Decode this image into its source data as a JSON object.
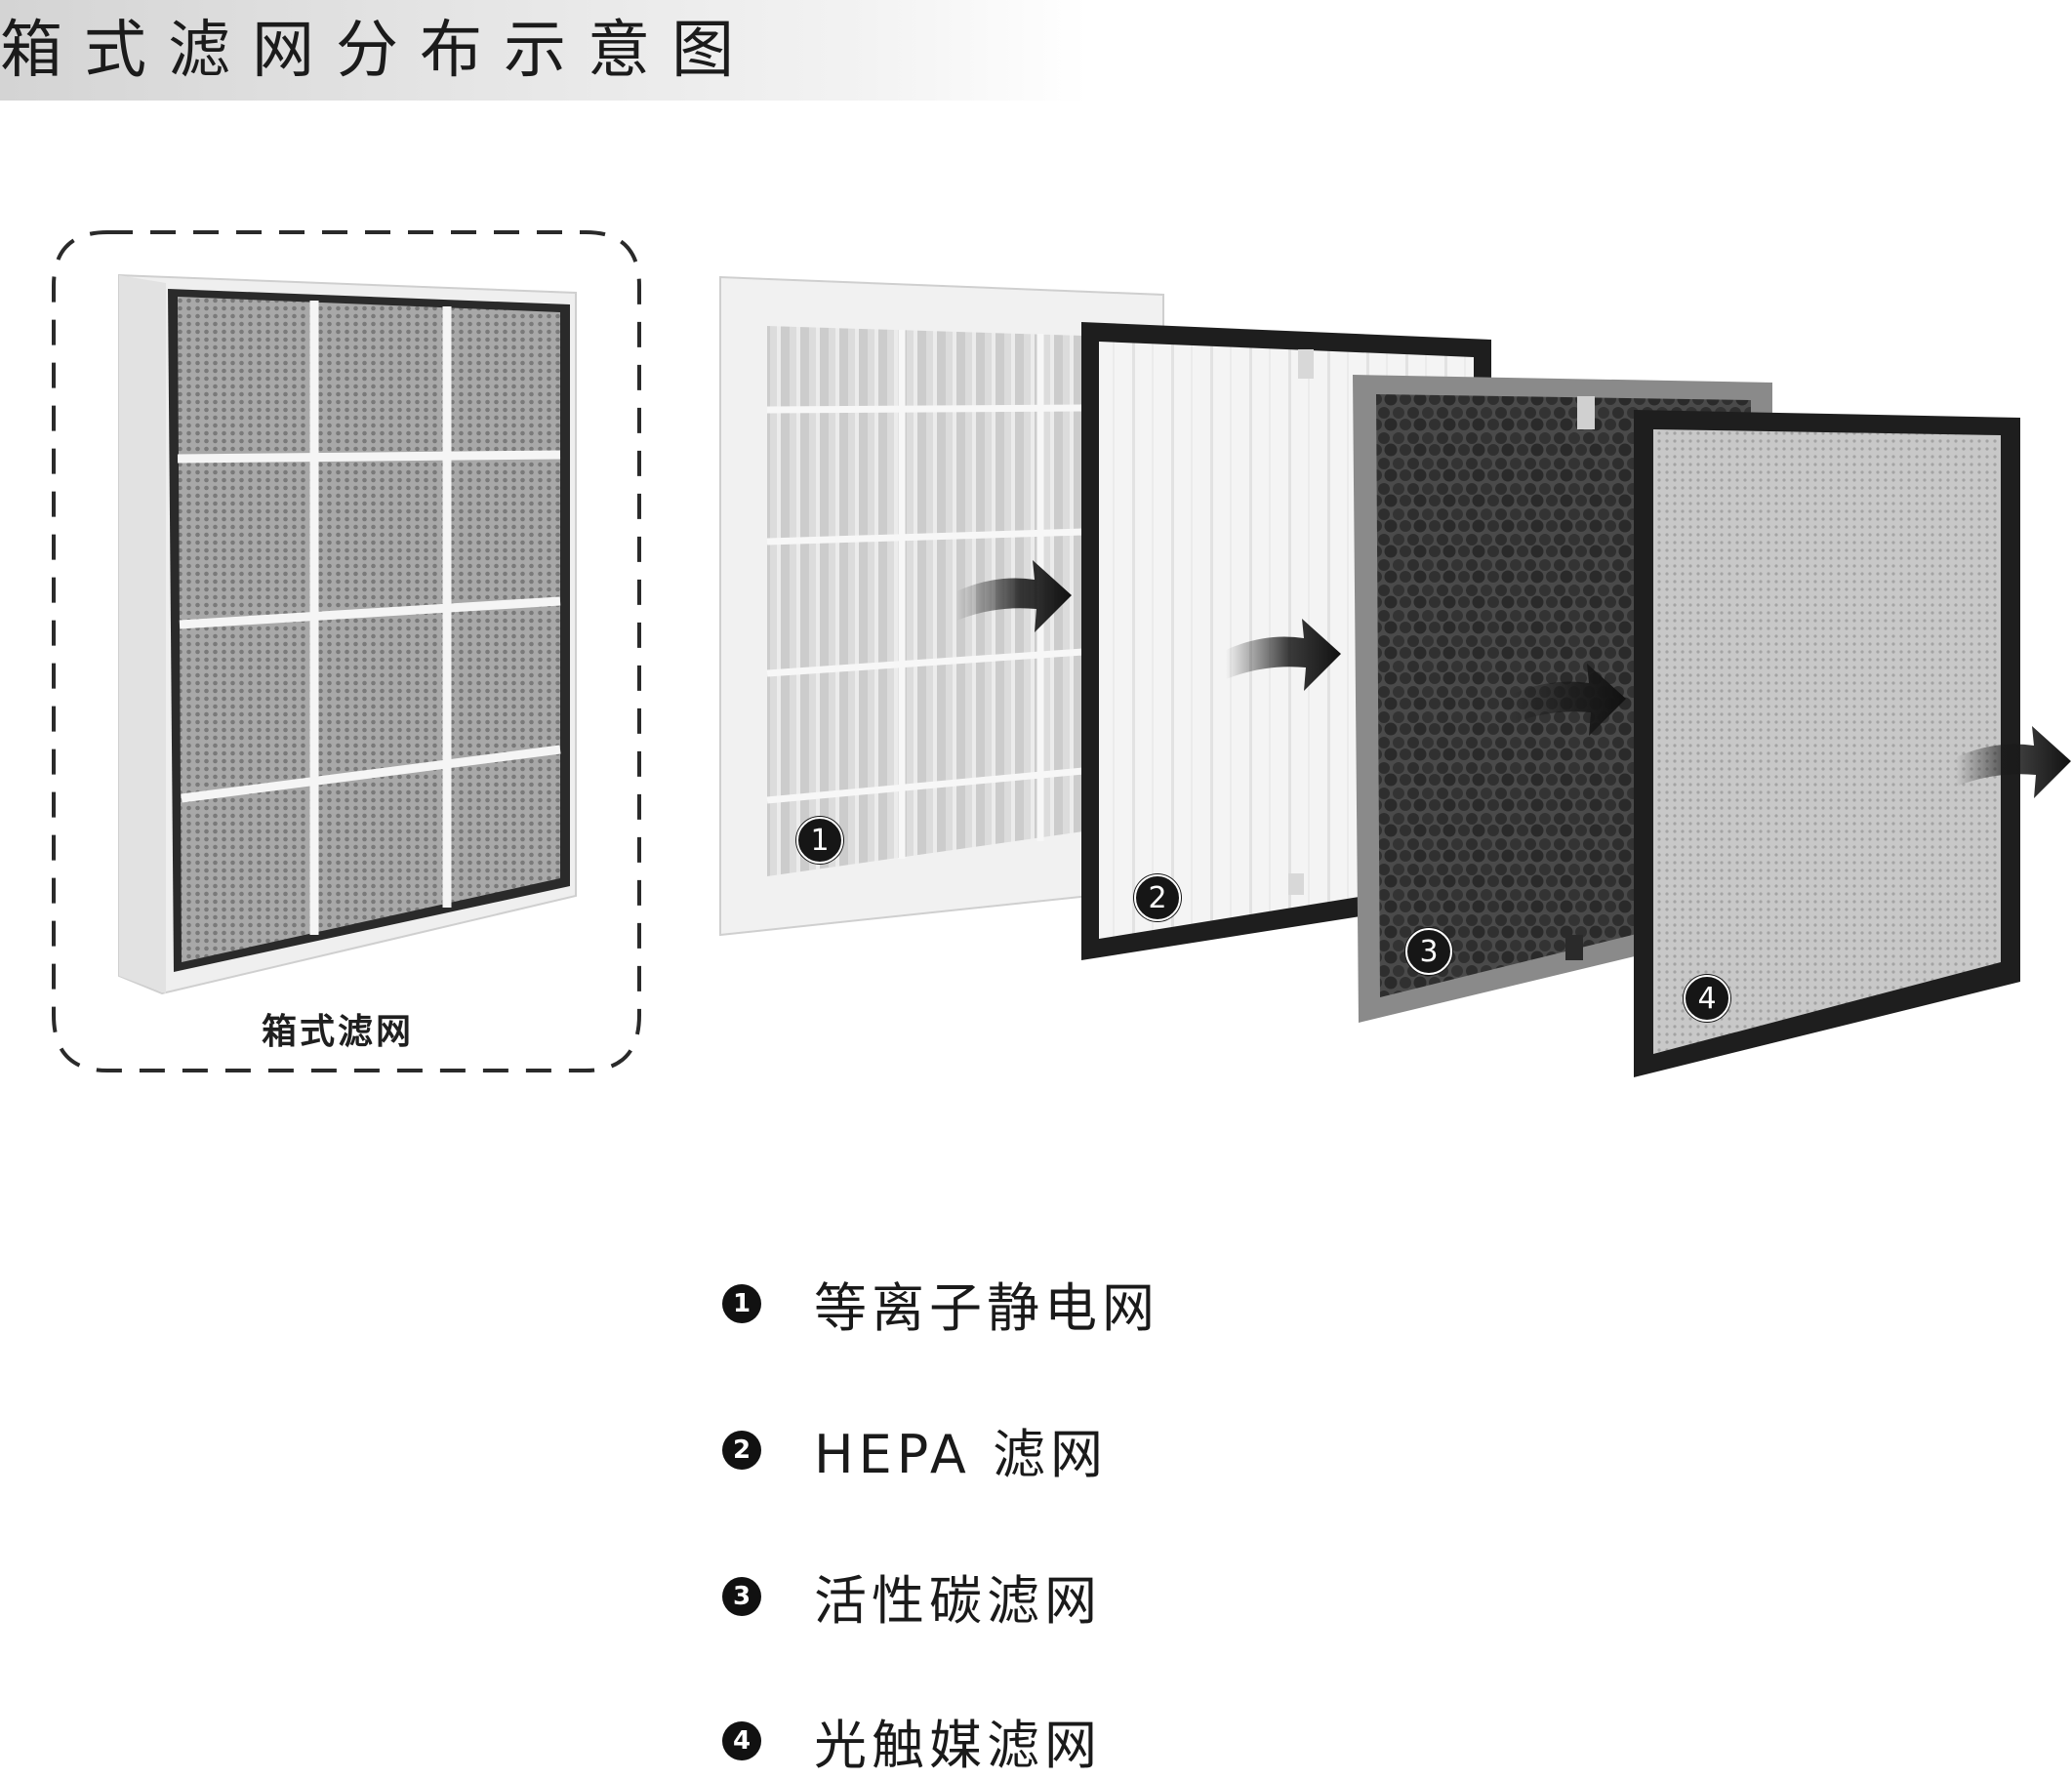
{
  "title": "箱式滤网分布示意图",
  "box_filter_caption": "箱式滤网",
  "layers": [
    {
      "number": "1",
      "label": "等离子静电网"
    },
    {
      "number": "2",
      "label": "HEPA 滤网"
    },
    {
      "number": "3",
      "label": "活性碳滤网"
    },
    {
      "number": "4",
      "label": "光触媒滤网"
    }
  ],
  "colors": {
    "frame_white": "#f2f2f2",
    "frame_black": "#1e1e1e",
    "frame_gray": "#8a8a8a",
    "mesh_gray": "#9a9a9a",
    "carbon_dark": "#3d3d3d",
    "arrow": "#1a1a1a"
  },
  "icons": {
    "airflow": "arrow-right-icon",
    "number_badge": "circled-number-icon"
  }
}
